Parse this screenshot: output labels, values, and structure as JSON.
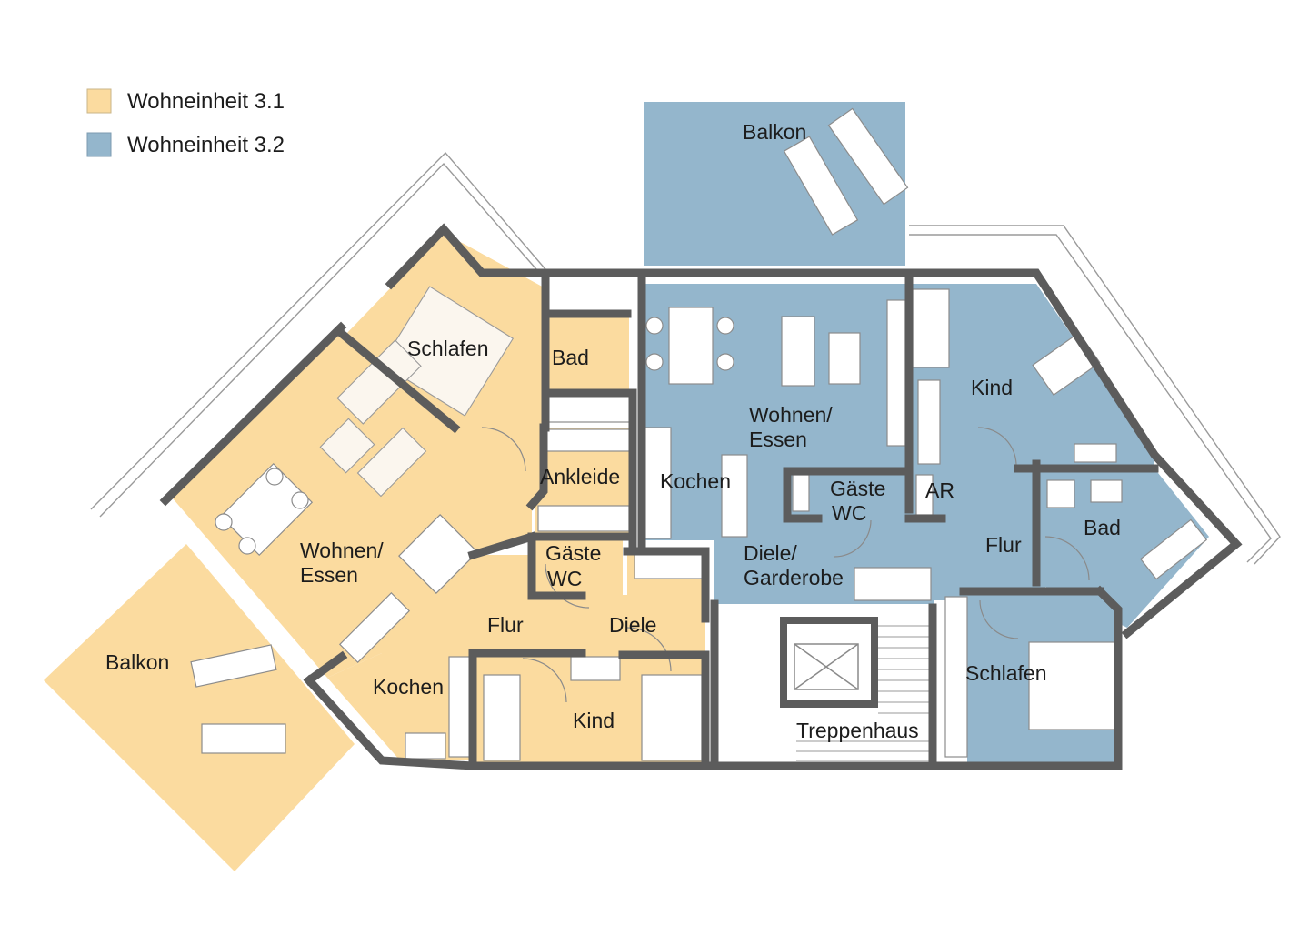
{
  "colors": {
    "unit_3_1": "#fbdb9f",
    "unit_3_2": "#94b6cc",
    "wall": "#5c5c5c",
    "background": "#ffffff"
  },
  "legend": [
    {
      "label": "Wohneinheit 3.1",
      "color": "#fbdb9f"
    },
    {
      "label": "Wohneinheit 3.2",
      "color": "#94b6cc"
    }
  ],
  "rooms_unit_3_1": {
    "schlafen": "Schlafen",
    "bad": "Bad",
    "ankleide": "Ankleide",
    "wohnen_line1": "Wohnen/",
    "wohnen_line2": "Essen",
    "gaeste_line1": "Gäste",
    "gaeste_line2": "WC",
    "flur": "Flur",
    "diele": "Diele",
    "kochen": "Kochen",
    "kind": "Kind",
    "balkon": "Balkon"
  },
  "rooms_unit_3_2": {
    "balkon": "Balkon",
    "wohnen_line1": "Wohnen/",
    "wohnen_line2": "Essen",
    "kochen": "Kochen",
    "gaeste_line1": "Gäste",
    "gaeste_line2": "WC",
    "ar": "AR",
    "kind": "Kind",
    "bad": "Bad",
    "flur": "Flur",
    "diele_line1": "Diele/",
    "diele_line2": "Garderobe",
    "schlafen": "Schlafen"
  },
  "shared": {
    "treppenhaus": "Treppenhaus"
  }
}
